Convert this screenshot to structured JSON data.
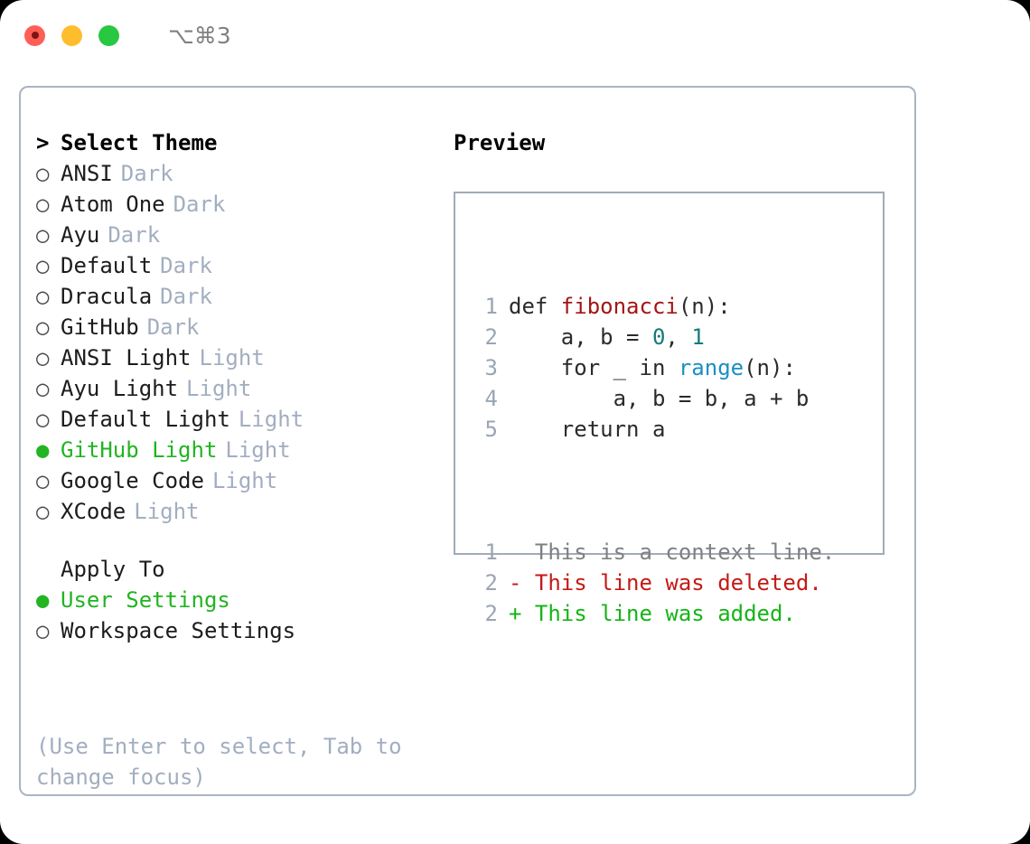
{
  "titlebar": {
    "shortcut": "⌥⌘3",
    "buttons": [
      {
        "name": "close",
        "color": "#ff5f57"
      },
      {
        "name": "minimize",
        "color": "#ffbd2e"
      },
      {
        "name": "maximize",
        "color": "#28c840"
      }
    ]
  },
  "theme_list": {
    "header_marker": ">",
    "header": "Select Theme",
    "items": [
      {
        "marker": "○",
        "label": "ANSI",
        "suffix": "Dark",
        "selected": false
      },
      {
        "marker": "○",
        "label": "Atom One",
        "suffix": "Dark",
        "selected": false
      },
      {
        "marker": "○",
        "label": "Ayu",
        "suffix": "Dark",
        "selected": false
      },
      {
        "marker": "○",
        "label": "Default",
        "suffix": "Dark",
        "selected": false
      },
      {
        "marker": "○",
        "label": "Dracula",
        "suffix": "Dark",
        "selected": false
      },
      {
        "marker": "○",
        "label": "GitHub",
        "suffix": "Dark",
        "selected": false
      },
      {
        "marker": "○",
        "label": "ANSI Light",
        "suffix": "Light",
        "selected": false
      },
      {
        "marker": "○",
        "label": "Ayu Light",
        "suffix": "Light",
        "selected": false
      },
      {
        "marker": "○",
        "label": "Default Light",
        "suffix": "Light",
        "selected": false
      },
      {
        "marker": "●",
        "label": "GitHub Light",
        "suffix": "Light",
        "selected": true
      },
      {
        "marker": "○",
        "label": "Google Code",
        "suffix": "Light",
        "selected": false
      },
      {
        "marker": "○",
        "label": "XCode",
        "suffix": "Light",
        "selected": false
      }
    ]
  },
  "apply_to": {
    "header": "Apply To",
    "items": [
      {
        "marker": "●",
        "label": "User Settings",
        "selected": true
      },
      {
        "marker": "○",
        "label": "Workspace Settings",
        "selected": false
      }
    ]
  },
  "hint": "(Use Enter to select, Tab to change focus)",
  "preview": {
    "title": "Preview",
    "code_lines": [
      {
        "lineno": "1",
        "tokens": [
          {
            "text": "def ",
            "type": "kw"
          },
          {
            "text": "fibonacci",
            "type": "fn"
          },
          {
            "text": "(n):",
            "type": "plain"
          }
        ]
      },
      {
        "lineno": "2",
        "tokens": [
          {
            "text": "    a, b = ",
            "type": "plain"
          },
          {
            "text": "0",
            "type": "num"
          },
          {
            "text": ", ",
            "type": "plain"
          },
          {
            "text": "1",
            "type": "num"
          }
        ]
      },
      {
        "lineno": "3",
        "tokens": [
          {
            "text": "    for _ in ",
            "type": "kw"
          },
          {
            "text": "range",
            "type": "call"
          },
          {
            "text": "(n):",
            "type": "plain"
          }
        ]
      },
      {
        "lineno": "4",
        "tokens": [
          {
            "text": "        a, b = b, a + b",
            "type": "plain"
          }
        ]
      },
      {
        "lineno": "5",
        "tokens": [
          {
            "text": "    return a",
            "type": "kw"
          }
        ]
      }
    ],
    "diff_lines": [
      {
        "lineno": "1",
        "sign": "  ",
        "text": "This is a context line.",
        "kind": "ctx"
      },
      {
        "lineno": "2",
        "sign": "- ",
        "text": "This line was deleted.",
        "kind": "del"
      },
      {
        "lineno": "2",
        "sign": "+ ",
        "text": "This line was added.",
        "kind": "add"
      }
    ]
  },
  "colors": {
    "accent_green": "#22b422",
    "muted": "#a2aec0",
    "border": "#a9b4c2",
    "diff_add": "#16b416",
    "diff_del": "#c41a16",
    "fn_red": "#a31515",
    "num_teal": "#157a7a",
    "call_blue": "#1a8fc4"
  }
}
